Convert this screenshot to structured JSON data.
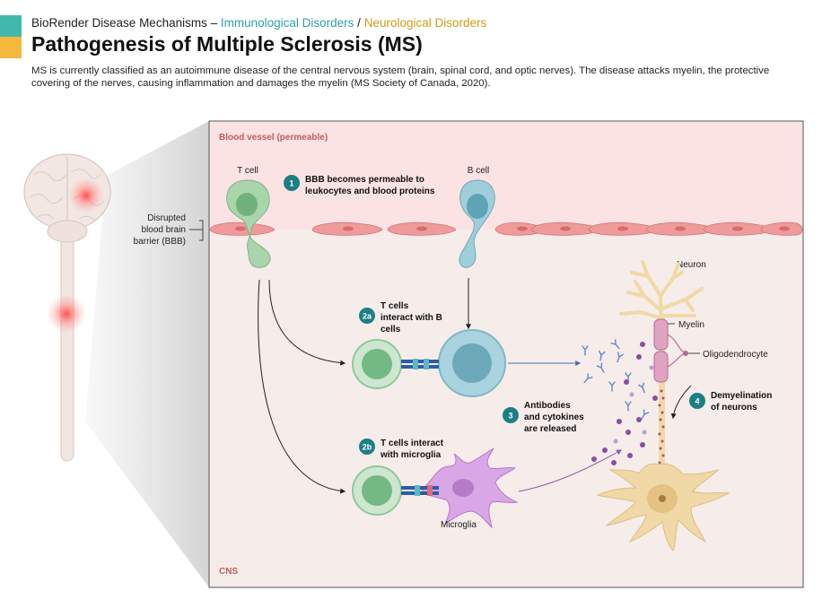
{
  "header": {
    "breadcrumb_prefix": "BioRender Disease Mechanisms – ",
    "breadcrumb_immuno": "Immunological Disorders",
    "breadcrumb_sep": " / ",
    "breadcrumb_neuro": "Neurological Disorders",
    "title": "Pathogenesis of Multiple Sclerosis (MS)",
    "description": "MS is currently classified as an autoimmune disease of the central nervous system (brain, spinal cord, and optic nerves). The disease attacks myelin, the protective covering of the nerves, causing inflammation and damages the myelin (MS Society of Canada, 2020)."
  },
  "colors": {
    "accent_teal": "#41b8ac",
    "accent_yellow": "#f3b93c",
    "blood_vessel": "#fbe3e3",
    "cns": "#f6ecea",
    "t_cell": "#8fc99a",
    "b_cell": "#8ec6d4",
    "microglia": "#cf9be0",
    "neuron": "#f0d9a6",
    "myelin": "#d98fb4",
    "step_badge": "#1c7f86"
  },
  "regions": {
    "blood_vessel": "Blood vessel (permeable)",
    "cns": "CNS"
  },
  "labels": {
    "bbb_line1": "Disrupted",
    "bbb_line2": "blood brain",
    "bbb_line3": "barrier (BBB)",
    "t_cell": "T cell",
    "b_cell": "B cell",
    "neuron": "Neuron",
    "myelin": "Myelin",
    "oligodendrocyte": "Oligodendrocyte",
    "microglia": "Microglia"
  },
  "steps": [
    {
      "num": "1",
      "lines": [
        "BBB becomes permeable to",
        "leukocytes and blood proteins"
      ]
    },
    {
      "num": "2a",
      "lines": [
        "T cells",
        "interact with B",
        "cells"
      ]
    },
    {
      "num": "2b",
      "lines": [
        "T cells interact",
        "with microglia"
      ]
    },
    {
      "num": "3",
      "lines": [
        "Antibodies",
        "and cytokines",
        "are released"
      ]
    },
    {
      "num": "4",
      "lines": [
        "Demyelination",
        "of neurons"
      ]
    }
  ]
}
